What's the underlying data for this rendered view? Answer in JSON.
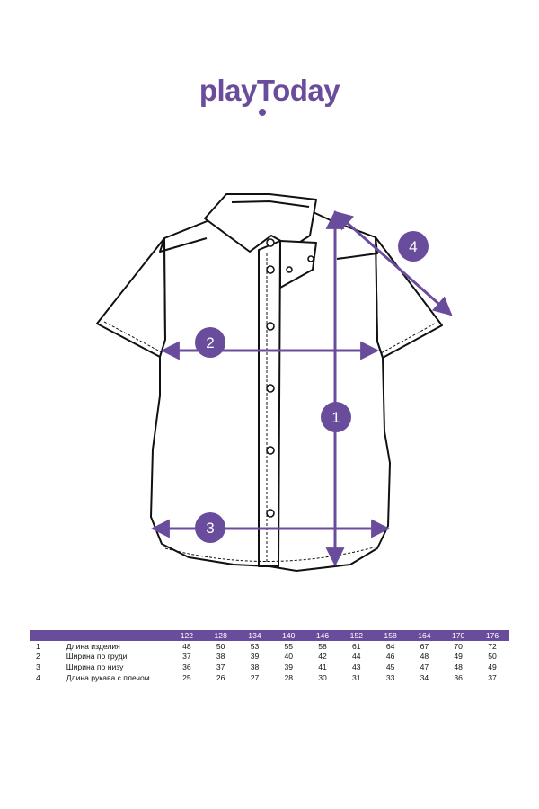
{
  "brand": {
    "name": "playToday",
    "color": "#6a4c9c"
  },
  "measurements": [
    {
      "num": "1",
      "name": "Длина изделия",
      "badge": "1"
    },
    {
      "num": "2",
      "name": "Ширина по груди",
      "badge": "2"
    },
    {
      "num": "3",
      "name": "Ширина по низу",
      "badge": "3"
    },
    {
      "num": "4",
      "name": "Длина рукава с плечом",
      "badge": "4"
    }
  ],
  "table": {
    "sizes": [
      "122",
      "128",
      "134",
      "140",
      "146",
      "152",
      "158",
      "164",
      "170",
      "176"
    ],
    "rows": [
      {
        "num": "1",
        "name": "Длина изделия",
        "values": [
          "48",
          "50",
          "53",
          "55",
          "58",
          "61",
          "64",
          "67",
          "70",
          "72"
        ]
      },
      {
        "num": "2",
        "name": "Ширина по груди",
        "values": [
          "37",
          "38",
          "39",
          "40",
          "42",
          "44",
          "46",
          "48",
          "49",
          "50"
        ]
      },
      {
        "num": "3",
        "name": "Ширина по низу",
        "values": [
          "36",
          "37",
          "38",
          "39",
          "41",
          "43",
          "45",
          "47",
          "48",
          "49"
        ]
      },
      {
        "num": "4",
        "name": "Длина рукава с плечом",
        "values": [
          "25",
          "26",
          "27",
          "28",
          "30",
          "31",
          "33",
          "34",
          "36",
          "37"
        ]
      }
    ]
  }
}
